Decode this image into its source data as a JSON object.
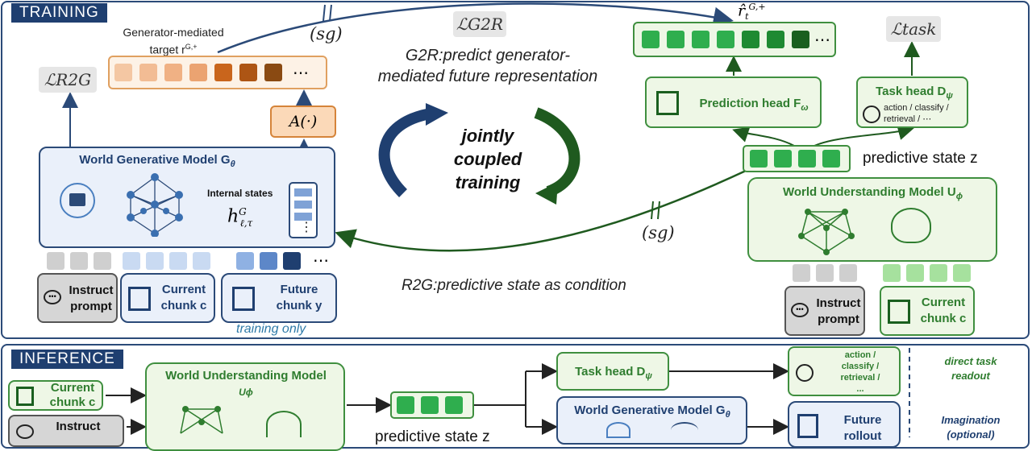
{
  "training": {
    "tag": "TRAINING",
    "loss_r2g": "ℒR2G",
    "loss_g2r": "ℒG2R",
    "loss_task": "ℒtask",
    "sg_top": "(sg)",
    "sg_bottom": "(sg)",
    "target_label_1": "Generator-mediated",
    "target_label_2": "target r",
    "target_sup": "G,+",
    "rhat": "r̂",
    "rhat_sub": "t",
    "rhat_sup": "G,+",
    "g2r_text_1": "G2R:predict generator-",
    "g2r_text_2": "mediated future representation",
    "jointly_1": "jointly",
    "jointly_2": "coupled",
    "jointly_3": "training",
    "a_op": "A(·)",
    "wgm_title": "World Generative Model G",
    "wgm_sub": "θ",
    "internal_states": "Internal states",
    "h_label": "h",
    "h_sup": "G",
    "h_sub": "ℓ,τ",
    "instruct_1": "Instruct",
    "instruct_2": "prompt",
    "current_1": "Current",
    "current_2": "chunk c",
    "future_1": "Future",
    "future_2": "chunk y",
    "training_only": "training only",
    "r2g_text": "R2G:predictive state as condition",
    "pred_head": "Prediction head F",
    "pred_head_sub": "ω",
    "task_head": "Task head D",
    "task_head_sub": "ψ",
    "task_list": "action / classify /",
    "task_list_2": "retrieval / ⋯",
    "pred_state": "predictive state z",
    "wum_title": "World Understanding Model U",
    "wum_sub": "ϕ",
    "instruct_r_1": "Instruct",
    "instruct_r_2": "prompt",
    "current_r_1": "Current",
    "current_r_2": "chunk c",
    "ellipsis": "⋯"
  },
  "inference": {
    "tag": "INFERENCE",
    "current_1": "Current",
    "current_2": "chunk c",
    "instruct_1": "Instruct",
    "wum_title": "World Understanding Model",
    "wum_sub": "Uϕ",
    "pred_state": "predictive state z",
    "task_head": "Task head D",
    "task_head_sub": "ψ",
    "wgm_title": "World Generative Model G",
    "wgm_sub": "θ",
    "task_list_1": "action /",
    "task_list_2": "classify /",
    "task_list_3": "retrieval /",
    "task_list_4": "...",
    "future_1": "Future",
    "future_2": "rollout",
    "direct_1": "direct task",
    "direct_2": "readout",
    "imag_1": "Imagination",
    "imag_2": "(optional)"
  },
  "colors": {
    "navy": "#1f3f70",
    "green": "#2f7d2f",
    "orange_light": "#f2c39c",
    "orange_dark": "#8a4a12"
  }
}
